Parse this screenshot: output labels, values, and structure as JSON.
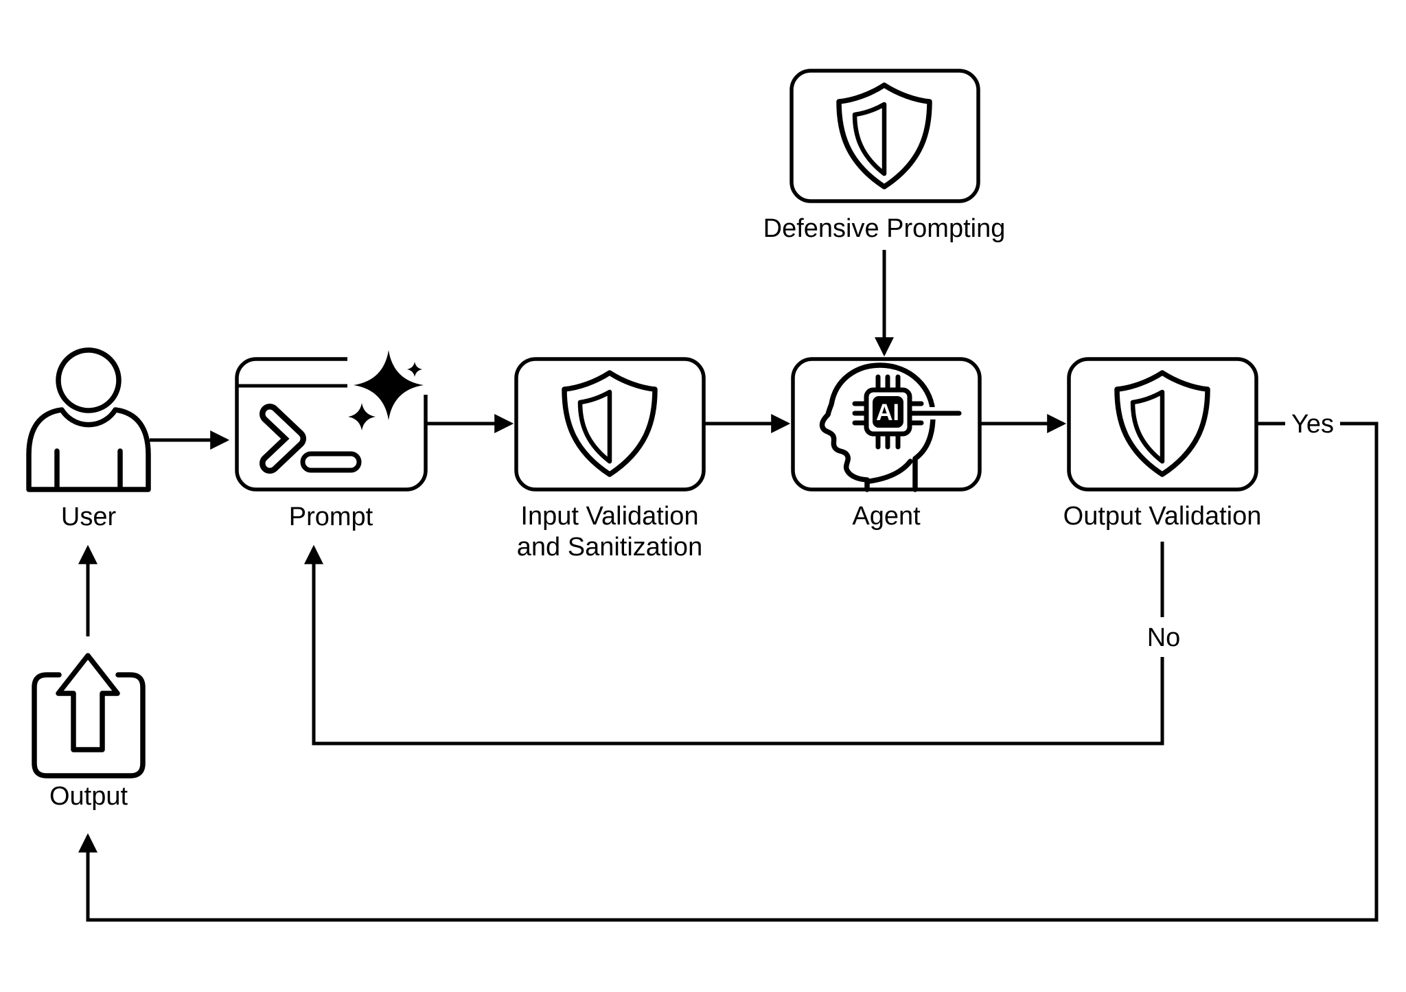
{
  "colors": {
    "ink": "#000000",
    "background": "#ffffff"
  },
  "nodes": {
    "user": {
      "label": "User"
    },
    "prompt": {
      "label": "Prompt"
    },
    "input_validation": {
      "label_line1": "Input Validation",
      "label_line2": "and Sanitization"
    },
    "agent": {
      "label": "Agent",
      "chip_text": "AI"
    },
    "output_validation": {
      "label": "Output Validation"
    },
    "defensive_prompting": {
      "label": "Defensive Prompting"
    },
    "output": {
      "label": "Output"
    }
  },
  "edges": {
    "yes_label": "Yes",
    "no_label": "No"
  }
}
